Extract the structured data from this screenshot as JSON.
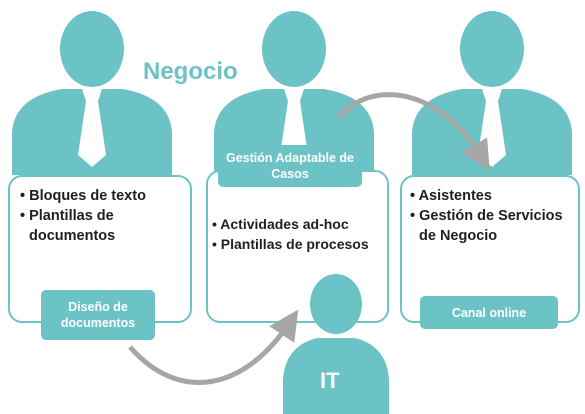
{
  "colors": {
    "accent": "#6cc3c6",
    "tie": "#ffffff",
    "text": "#1f1f1f",
    "arrow": "#a6a6a6"
  },
  "labels": {
    "business": "Negocio",
    "it": "IT"
  },
  "panels": {
    "left": {
      "bullets": [
        "Bloques de texto",
        "Plantillas de documentos"
      ],
      "tag": "Diseño de documentos"
    },
    "middle": {
      "bullets": [
        "Actividades ad-hoc",
        "Plantillas de procesos"
      ],
      "tag": "Gestión Adaptable de Casos"
    },
    "right": {
      "bullets": [
        "Asistentes",
        "Gestión de Servicios de Negocio"
      ],
      "tag": "Canal online"
    }
  },
  "icons": {
    "person": "person-with-tie-icon",
    "arrow": "curved-arrow-icon"
  }
}
